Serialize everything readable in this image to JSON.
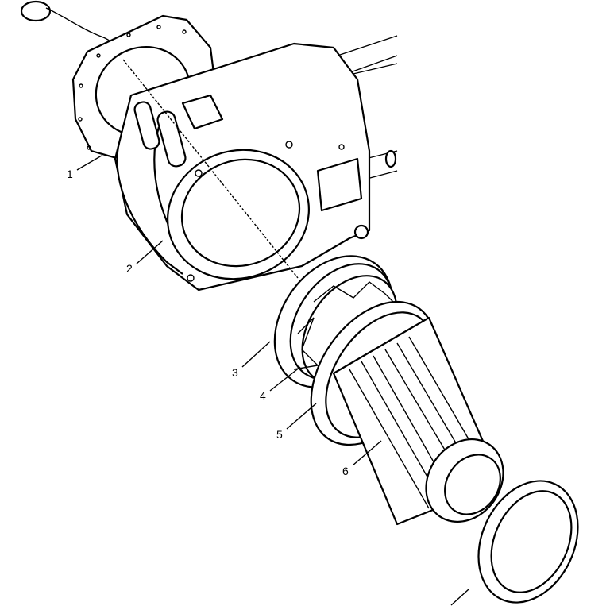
{
  "diagram": {
    "type": "exploded-parts-drawing",
    "callouts": [
      {
        "id": "1",
        "label": "1"
      },
      {
        "id": "2",
        "label": "2"
      },
      {
        "id": "3",
        "label": "3"
      },
      {
        "id": "4",
        "label": "4"
      },
      {
        "id": "5",
        "label": "5"
      },
      {
        "id": "6",
        "label": "6"
      }
    ],
    "colors": {
      "line": "#000000",
      "background": "#ffffff"
    }
  }
}
